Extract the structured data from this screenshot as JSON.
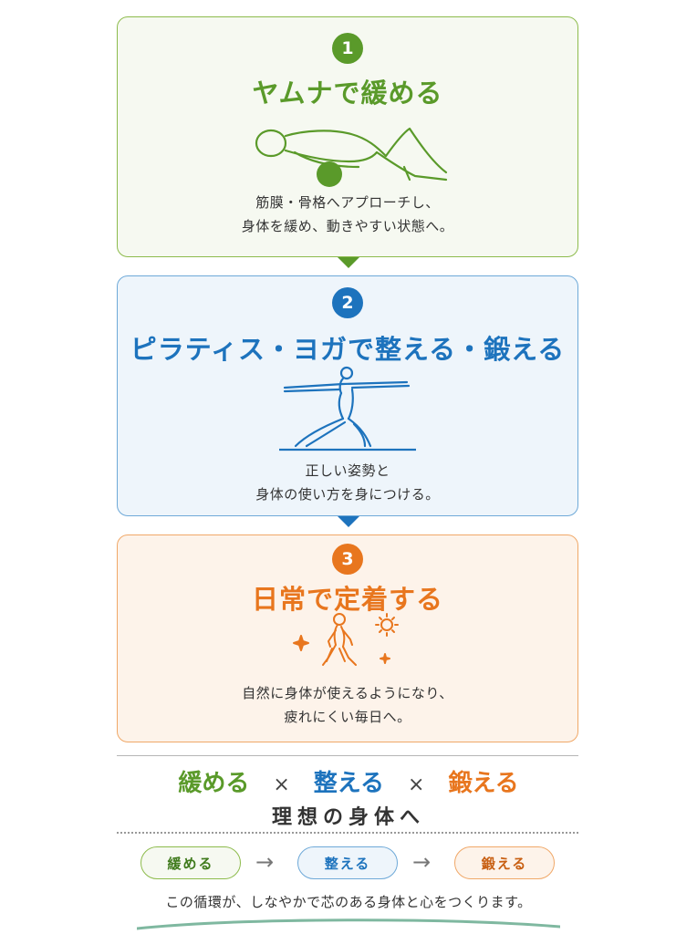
{
  "steps": [
    {
      "number": "1",
      "title": "ヤムナで緩める",
      "desc_line1": "筋膜・骨格へアプローチし、",
      "desc_line2": "身体を緩め、動きやすい状態へ。",
      "color": "#5a9a2a",
      "illustration": "person-lying-on-ball-icon"
    },
    {
      "number": "2",
      "title": "ピラティス・ヨガで整える・鍛える",
      "desc_line1": "正しい姿勢と",
      "desc_line2": "身体の使い方を身につける。",
      "color": "#1d73bd",
      "illustration": "warrior-pose-icon"
    },
    {
      "number": "3",
      "title": "日常で定着する",
      "desc_line1": "自然に身体が使えるようになり、",
      "desc_line2": "疲れにくい毎日へ。",
      "color": "#e8761e",
      "illustration": "walking-person-icon"
    }
  ],
  "formula": {
    "word1": "緩める",
    "times1": "×",
    "word2": "整える",
    "times2": "×",
    "word3": "鍛える",
    "subtitle": "理想の身体へ"
  },
  "cycle": {
    "pill1": "緩める",
    "arrow1": "→",
    "pill2": "整える",
    "arrow2": "→",
    "pill3": "鍛える"
  },
  "summary": "この循環が、しなやかで芯のある身体と心をつくります。"
}
